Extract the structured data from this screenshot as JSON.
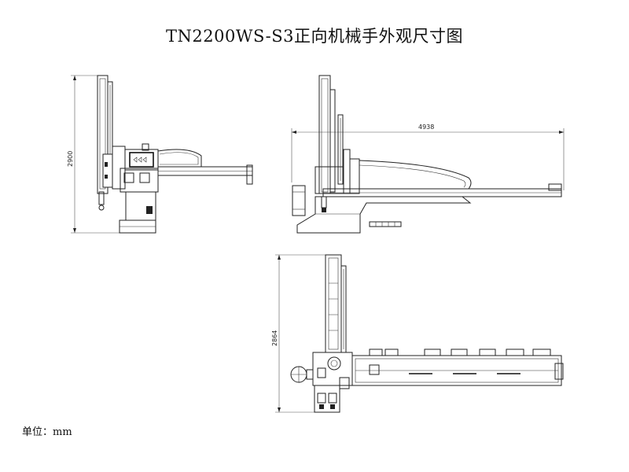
{
  "title": "TN2200WS-S3正向机械手外观尺寸图",
  "unit_label": "单位：mm",
  "views": {
    "side_view": {
      "height_dim": "2900"
    },
    "front_view": {
      "width_dim": "4938"
    },
    "top_view": {
      "height_dim": "2864"
    }
  }
}
